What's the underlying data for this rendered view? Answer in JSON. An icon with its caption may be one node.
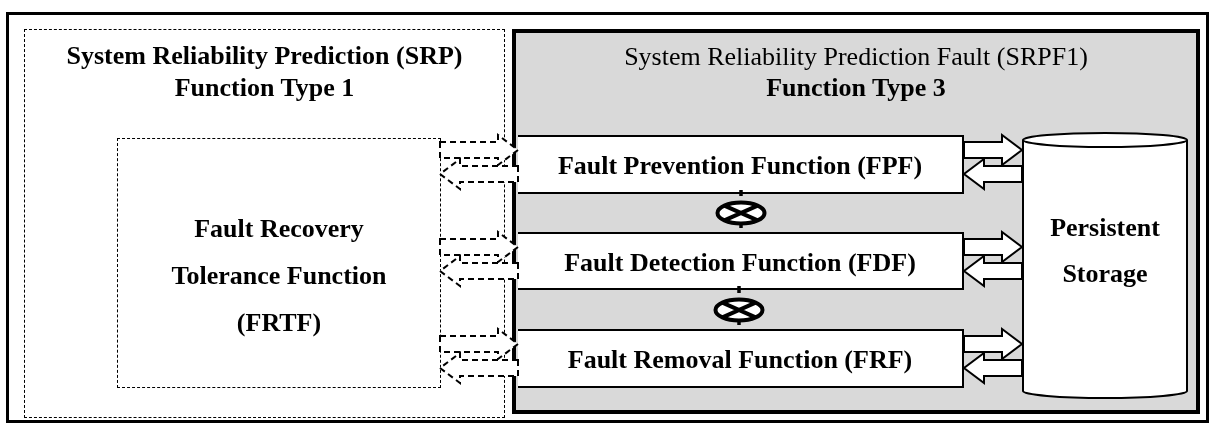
{
  "diagram": {
    "nodes": [
      {
        "text": [
          "System Reliability Prediction (SRP) Function Type 1"
        ]
      },
      {
        "text": [
          "Fault Recovery Tolerance Function (FRTF)"
        ],
        "in": 0
      },
      {
        "text": [
          "System Reliability Prediction Fault (SRPF1)",
          "Function Type 3"
        ]
      },
      {
        "text": [
          "Fault Prevention Function (FPF)"
        ],
        "in": 2
      },
      {
        "text": [
          "Fault Detection Function (FDF)"
        ],
        "in": 2
      },
      {
        "text": [
          "Fault Removal Function (FRF)"
        ],
        "in": 2
      },
      {
        "text": [
          "Persistent Storage"
        ],
        "in": 2
      },
      {
        "text": [],
        "shape": "circle",
        "in": 2
      },
      {
        "text": [],
        "shape": "circle",
        "in": 2
      }
    ],
    "edges": [
      {
        "from": 1,
        "to": 3,
        "arrow": "to",
        "style": "dashed"
      },
      {
        "from": 3,
        "to": 1,
        "arrow": "to",
        "style": "dashed"
      },
      {
        "from": 1,
        "to": 4,
        "arrow": "to",
        "style": "dashed"
      },
      {
        "from": 4,
        "to": 1,
        "arrow": "to",
        "style": "dashed"
      },
      {
        "from": 1,
        "to": 5,
        "arrow": "to",
        "style": "dashed"
      },
      {
        "from": 5,
        "to": 1,
        "arrow": "to",
        "style": "dashed"
      },
      {
        "from": 3,
        "to": 6,
        "arrow": "to"
      },
      {
        "from": 6,
        "to": 3,
        "arrow": "to"
      },
      {
        "from": 4,
        "to": 6,
        "arrow": "to"
      },
      {
        "from": 6,
        "to": 4,
        "arrow": "to"
      },
      {
        "from": 5,
        "to": 6,
        "arrow": "to"
      },
      {
        "from": 6,
        "to": 5,
        "arrow": "to"
      },
      {
        "from": 3,
        "to": 7,
        "arrow": "none"
      },
      {
        "from": 7,
        "to": 4,
        "arrow": "none"
      },
      {
        "from": 4,
        "to": 8,
        "arrow": "none"
      },
      {
        "from": 8,
        "to": 5,
        "arrow": "none"
      }
    ]
  }
}
